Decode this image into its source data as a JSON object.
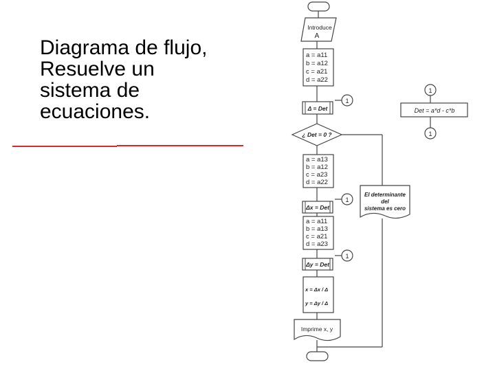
{
  "slide": {
    "title": "Diagrama de flujo,\nResuelve un\nsistema de\necuaciones.",
    "accent_color": "#d42a2a"
  },
  "flowchart": {
    "start": "",
    "input": [
      "Introduce",
      "A"
    ],
    "assign1": [
      "a = a11",
      "b = a12",
      "c = a21",
      "d = a22"
    ],
    "connector1": "1",
    "det_process": "Δ = Det",
    "decision": "¿ Det = 0 ?",
    "assign2": [
      "a = a13",
      "b = a12",
      "c = a23",
      "d = a22"
    ],
    "connector2": "1",
    "dx_process": "Δx = Det",
    "assign3": [
      "a = a11",
      "b = a13",
      "c = a21",
      "d = a23"
    ],
    "connector3": "1",
    "dy_process": "Δy = Det",
    "x_formula": "x = Δx / Δ",
    "y_formula": "y = Δy / Δ",
    "print_output": "Imprime x, y",
    "end": "",
    "message_output": [
      "El determinante",
      "del",
      "sistema es cero"
    ],
    "subroutine": {
      "connector_top": "1",
      "process": "Det = a*d - c*b",
      "connector_bottom": "1"
    }
  }
}
